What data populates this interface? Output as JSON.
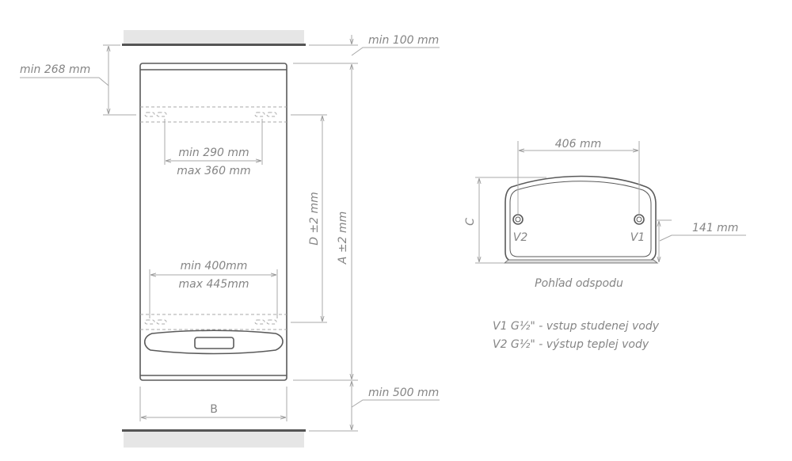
{
  "labels": {
    "min_top": "min 100 mm",
    "min_side": "min 268 mm",
    "min_bottom": "min 500 mm",
    "bracket_top_min": "min 290 mm",
    "bracket_top_max": "max 360 mm",
    "bracket_bottom_min": "min 400mm",
    "bracket_bottom_max": "max 445mm",
    "dim_d": "D ±2 mm",
    "dim_a": "A ±2 mm",
    "dim_b": "B",
    "dim_c": "C",
    "pipe_spacing": "406 mm",
    "pipe_height": "141 mm",
    "v1": "V1",
    "v2": "V2",
    "view_caption": "Pohľad odspodu"
  },
  "legend": [
    "V1 G½\" - vstup studenej vody",
    "V2 G½\" - výstup teplej vody"
  ]
}
